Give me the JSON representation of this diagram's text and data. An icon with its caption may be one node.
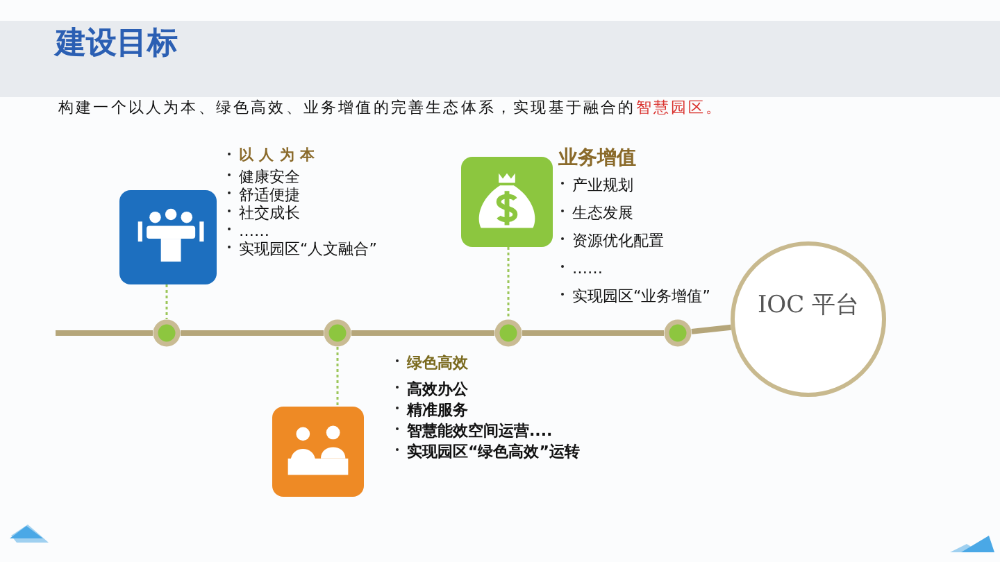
{
  "diagram": {
    "title": "建设目标",
    "nodes": [
      {
        "text": [],
        "shape": "box",
        "beside": [
          "以 人 为 本",
          "健康安全",
          "舒适便捷",
          "社交成长",
          "……",
          "实现园区“人文融合”"
        ]
      },
      {
        "text": [],
        "shape": "box",
        "beside": [
          "业务增值",
          "产业规划",
          "生态发展",
          "资源优化配置",
          "……",
          "实现园区“业务增值”"
        ]
      },
      {
        "text": [],
        "shape": "box",
        "beside": [
          "绿色高效",
          "高效办公",
          "精准服务",
          "智慧能效空间运营....",
          "实现园区“绿色高效”运转"
        ]
      },
      {
        "text": [],
        "shape": "circle"
      },
      {
        "text": [],
        "shape": "circle"
      },
      {
        "text": [],
        "shape": "circle"
      },
      {
        "text": [],
        "shape": "circle"
      },
      {
        "text": [
          "IOC 平台"
        ]
      }
    ],
    "edges": [
      {
        "from": null,
        "to": 3,
        "arrow": "none"
      },
      {
        "from": 3,
        "to": 4,
        "arrow": "none"
      },
      {
        "from": 4,
        "to": 5,
        "arrow": "none"
      },
      {
        "from": 5,
        "to": 6,
        "arrow": "none"
      },
      {
        "from": 6,
        "to": 7,
        "arrow": "none"
      },
      {
        "from": 0,
        "to": 3,
        "arrow": "none",
        "style": "dashed",
        "color": "#9cc65a"
      },
      {
        "from": 1,
        "to": 5,
        "arrow": "none",
        "style": "dashed",
        "color": "#9cc65a"
      },
      {
        "from": 4,
        "to": 2,
        "arrow": "none",
        "style": "dashed",
        "color": "#9cc65a"
      }
    ],
    "labels": [
      "构建一个以人为本、绿色高效、业务增值的完善生态体系，实现基于融合的",
      "智慧园区。"
    ]
  }
}
